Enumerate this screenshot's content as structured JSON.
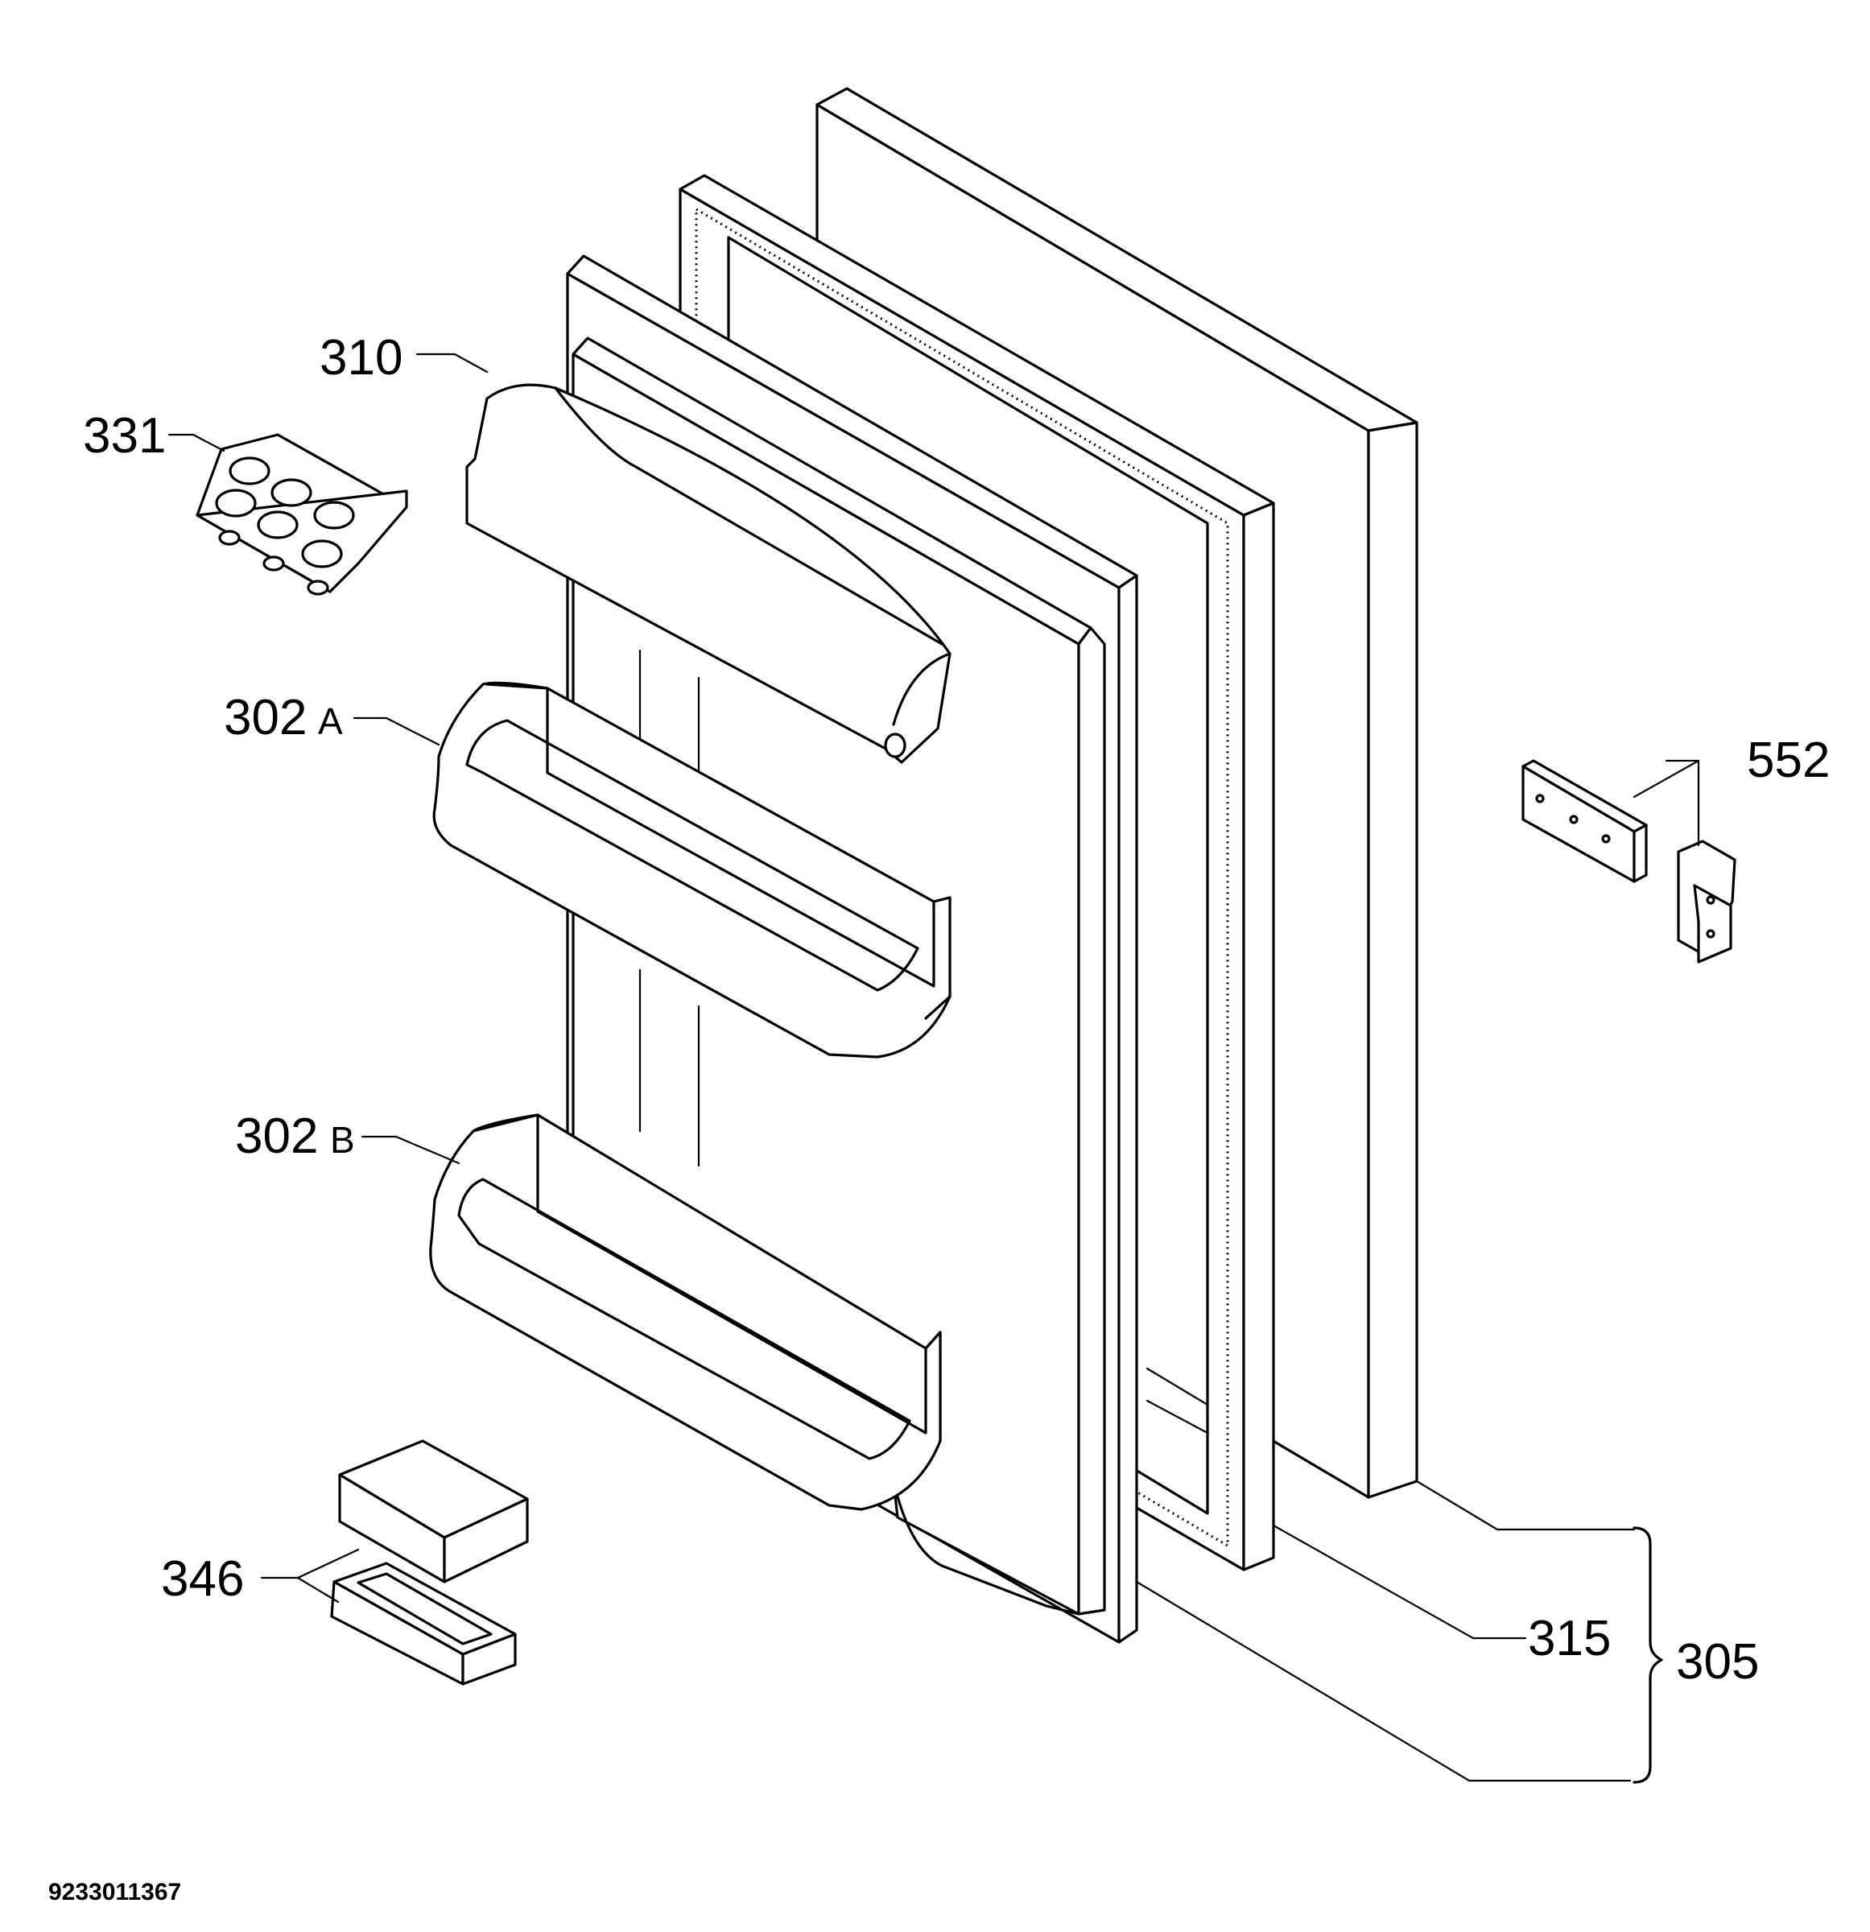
{
  "diagram": {
    "labels": {
      "door_shelf_upper": {
        "number": "302",
        "suffix": "A"
      },
      "door_shelf_lower": {
        "number": "302",
        "suffix": "B"
      },
      "door_assembly": "305",
      "dairy_compartment": "310",
      "door_panel": "315",
      "egg_tray": "331",
      "spacers": "346",
      "hinge_kit": "552"
    },
    "document_id": "9233011367"
  }
}
